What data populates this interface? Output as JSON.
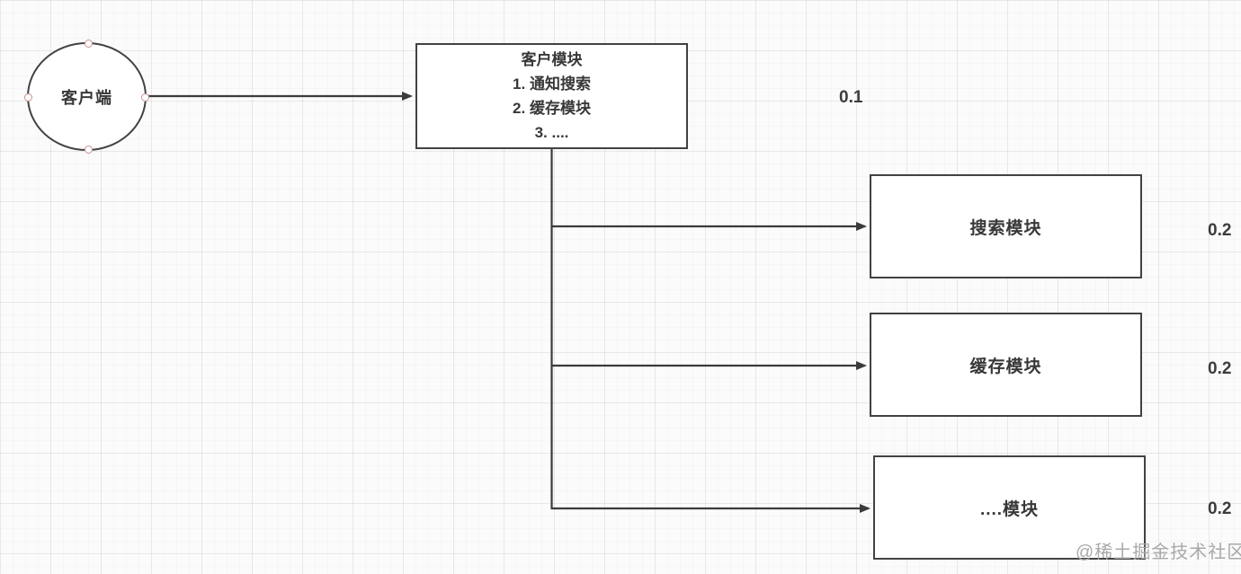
{
  "diagram": {
    "client_node": {
      "label": "客户端"
    },
    "main_module": {
      "lines": [
        "客户模块",
        "1. 通知搜索",
        "2. 缓存模块",
        "3. ...."
      ],
      "weight": "0.1"
    },
    "modules": [
      {
        "label": "搜索模块",
        "weight": "0.2"
      },
      {
        "label": "缓存模块",
        "weight": "0.2"
      },
      {
        "label": "....模块",
        "weight": "0.2"
      }
    ]
  },
  "watermark": "@稀土掘金技术社区",
  "colors": {
    "shape_border": "#424242",
    "shape_fill": "#ffffff",
    "connector": "#3b3b3b",
    "handle_stroke": "#cb9191",
    "text": "#383838",
    "watermark_text": "#a9a9a9",
    "background": "#fbfbfb"
  }
}
